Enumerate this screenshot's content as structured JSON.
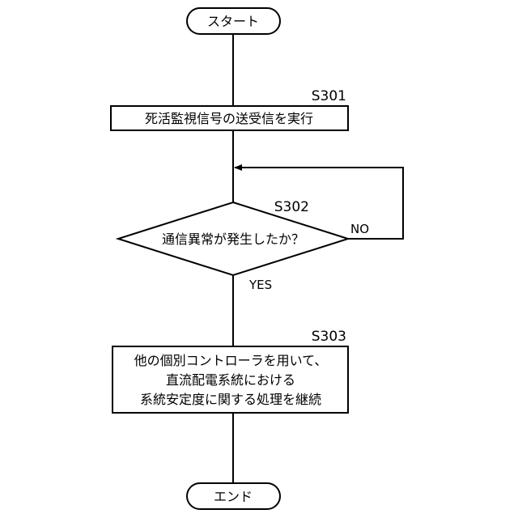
{
  "flowchart": {
    "start": {
      "text": "スタート"
    },
    "step1": {
      "id": "S301",
      "text": "死活監視信号の送受信を実行"
    },
    "decision": {
      "id": "S302",
      "text": "通信異常が発生したか？",
      "no_label": "NO",
      "yes_label": "YES"
    },
    "step3": {
      "id": "S303",
      "lines": [
        "他の個別コントローラを用いて、",
        "直流配電系統における",
        "系統安定度に関する処理を継続"
      ]
    },
    "end": {
      "text": "エンド"
    }
  }
}
